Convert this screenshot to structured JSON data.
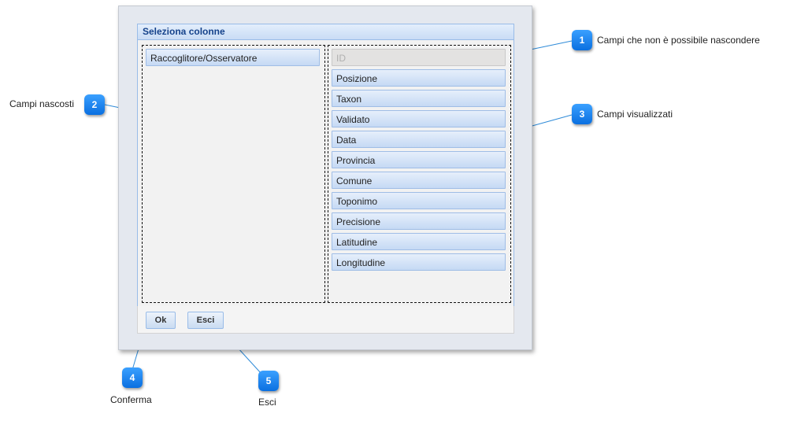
{
  "dialog": {
    "title": "Seleziona colonne",
    "hidden_fields": [
      "Raccoglitore/Osservatore"
    ],
    "locked_field": "ID",
    "visible_fields": [
      "Posizione",
      "Taxon",
      "Validato",
      "Data",
      "Provincia",
      "Comune",
      "Toponimo",
      "Precisione",
      "Latitudine",
      "Longitudine"
    ],
    "buttons": {
      "ok_label": "Ok",
      "exit_label": "Esci"
    }
  },
  "callouts": [
    {
      "number": "1",
      "text": "Campi che non è possibile nascondere"
    },
    {
      "number": "2",
      "text": "Campi nascosti"
    },
    {
      "number": "3",
      "text": "Campi visualizzati"
    },
    {
      "number": "4",
      "text": "Conferma"
    },
    {
      "number": "5",
      "text": "Esci"
    }
  ],
  "colors": {
    "accent": "#99bce8",
    "badge": "#0a6fe0",
    "header_text": "#15428b"
  }
}
